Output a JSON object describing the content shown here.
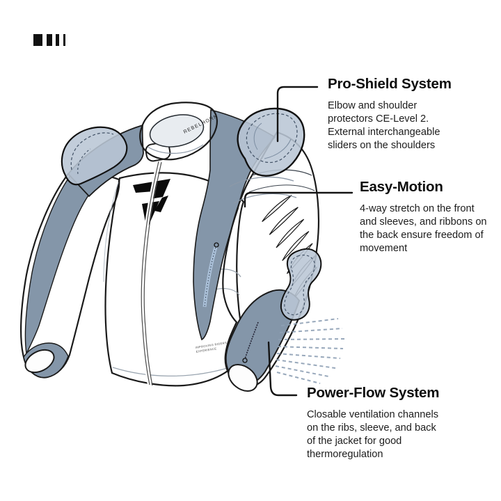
{
  "page": {
    "background": "#ffffff"
  },
  "colors": {
    "panel_slate": "#8496a9",
    "protector_blue": "#b9c6d5",
    "outline": "#1a1a1a",
    "airflow_dash": "#8d9fb4",
    "heading_text": "#0d0d0d",
    "body_text": "#1c1c1c"
  },
  "brand": {
    "collar_text": "REBELHORN",
    "hem_text": [
      "IMPROVING RIDERS",
      "EXPERIENCE"
    ]
  },
  "features": [
    {
      "id": "pro-shield",
      "title": "Pro-Shield System",
      "description_lines": [
        "Elbow and shoulder",
        "protectors CE-Level 2.",
        "External interchangeable",
        "sliders on the shoulders"
      ]
    },
    {
      "id": "easy-motion",
      "title": "Easy-Motion",
      "description_lines": [
        "4-way stretch on the front",
        "and sleeves, and ribbons on",
        "the back ensure freedom of",
        "movement"
      ]
    },
    {
      "id": "power-flow",
      "title": "Power-Flow System",
      "description_lines": [
        "Closable ventilation channels",
        "on the ribs, sleeve, and back",
        "of the jacket for good",
        "thermoregulation"
      ]
    }
  ]
}
